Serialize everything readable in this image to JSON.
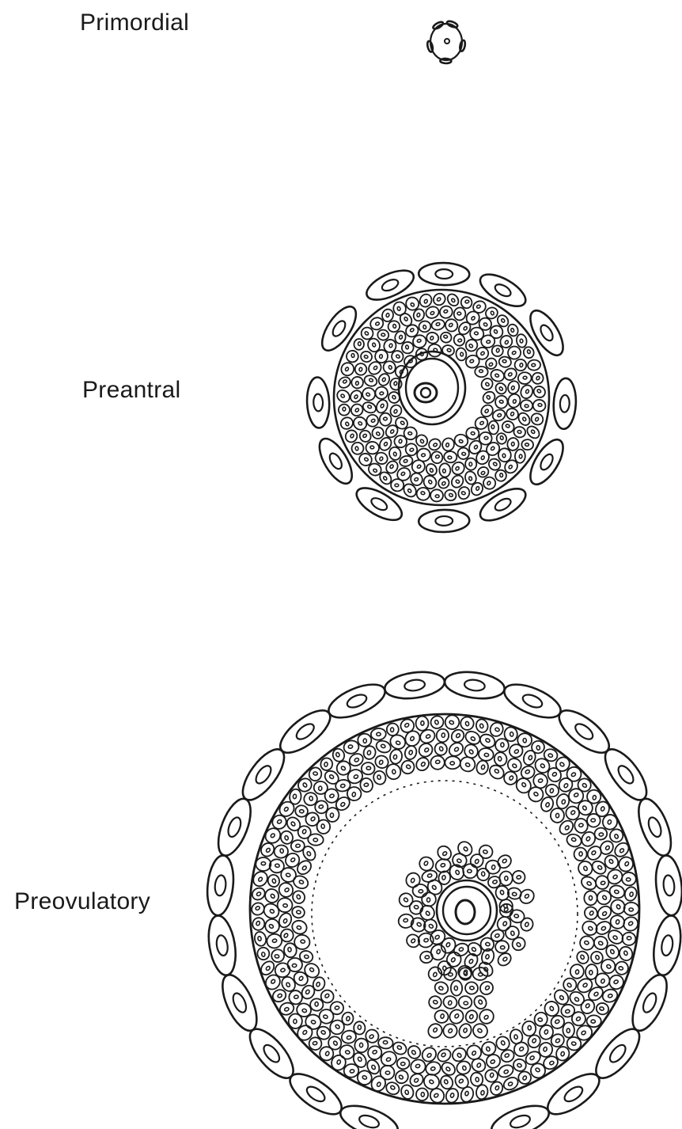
{
  "diagram": {
    "stages": [
      {
        "id": "primordial",
        "label": "Primordial"
      },
      {
        "id": "preantral",
        "label": "Preantral"
      },
      {
        "id": "preovulatory",
        "label": "Preovulatory"
      }
    ],
    "colors": {
      "ink": "#1a1a1a",
      "background": "#ffffff"
    }
  }
}
